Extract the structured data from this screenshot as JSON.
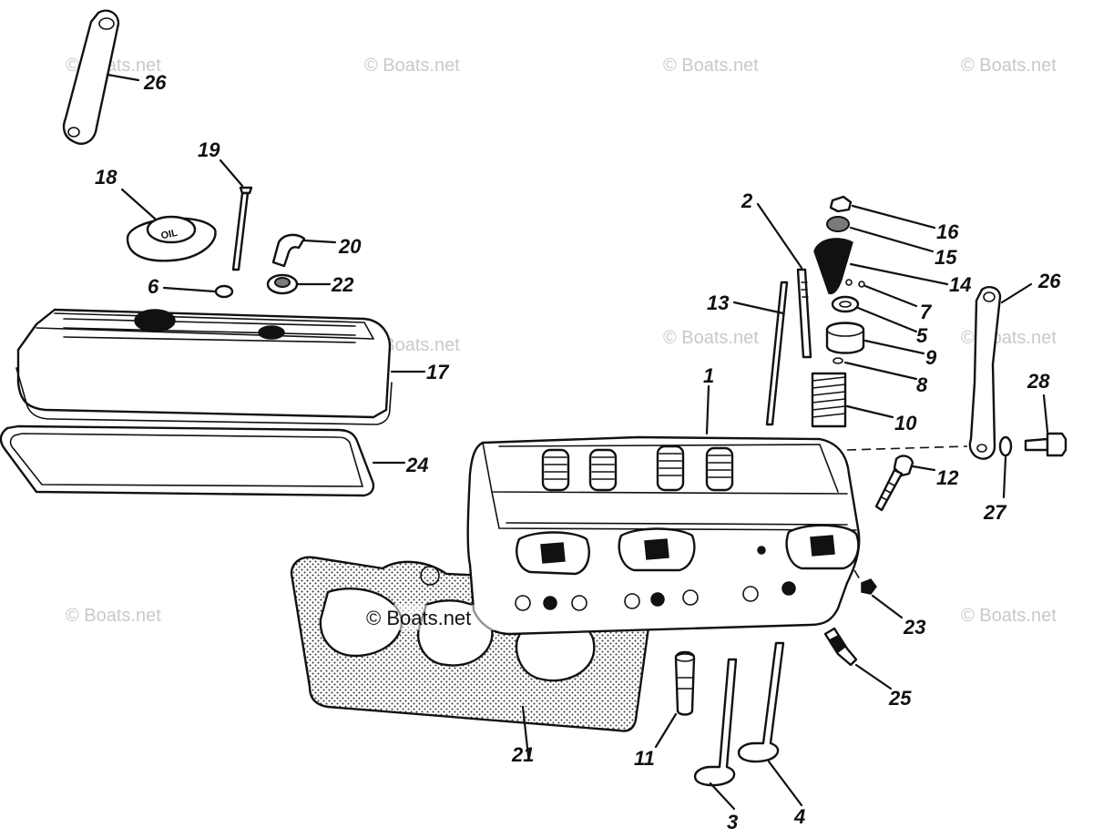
{
  "watermark": "© Boats.net",
  "center_watermark": "© Boats.net",
  "oil_cap_text": "OIL",
  "labels": {
    "l1": "1",
    "l2": "2",
    "l3": "3",
    "l4": "4",
    "l5": "5",
    "l6": "6",
    "l7": "7",
    "l8": "8",
    "l9": "9",
    "l10": "10",
    "l11": "11",
    "l12": "12",
    "l13": "13",
    "l14": "14",
    "l15": "15",
    "l16": "16",
    "l17": "17",
    "l18": "18",
    "l19": "19",
    "l20": "20",
    "l22": "22",
    "l23": "23",
    "l24": "24",
    "l25": "25",
    "l26a": "26",
    "l26b": "26",
    "l27": "27",
    "l28": "28",
    "l21": "21"
  }
}
